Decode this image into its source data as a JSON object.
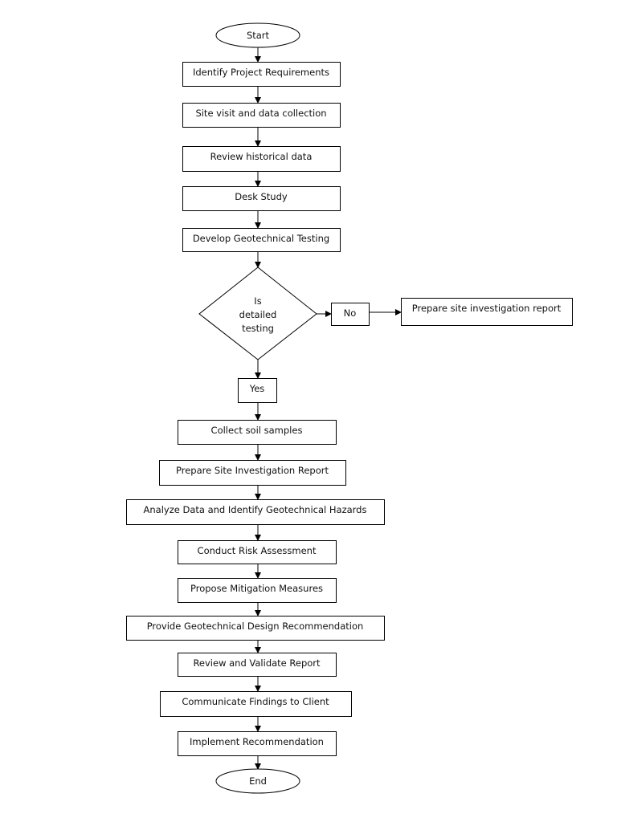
{
  "flowchart": {
    "start": "Start",
    "end": "End",
    "steps": [
      "Identify Project Requirements",
      "Site visit and data collection",
      "Review historical data",
      "Desk Study",
      "Develop Geotechnical Testing"
    ],
    "decision": [
      "Is",
      "detailed",
      "testing"
    ],
    "no_label": "No",
    "no_outcome": "Prepare site investigation report",
    "yes_label": "Yes",
    "yes_steps": [
      "Collect soil samples",
      "Prepare Site Investigation Report",
      "Analyze Data and Identify Geotechnical Hazards",
      "Conduct Risk Assessment",
      "Propose Mitigation Measures",
      "Provide Geotechnical Design Recommendation",
      "Review and Validate Report",
      "Communicate Findings to Client",
      "Implement Recommendation"
    ]
  }
}
